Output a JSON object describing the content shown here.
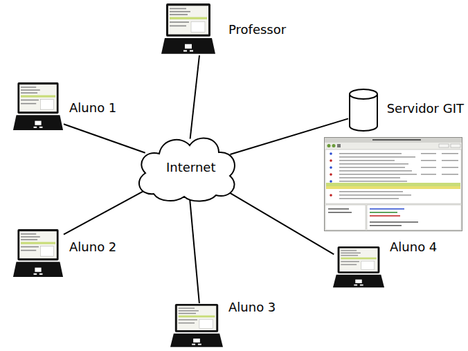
{
  "diagram": {
    "nodes": [
      {
        "text": [
          "Professor"
        ]
      },
      {
        "text": [
          "Aluno 1"
        ]
      },
      {
        "text": [
          "Servidor GIT"
        ]
      },
      {
        "text": [
          "Internet"
        ]
      },
      {
        "text": [
          "Aluno 2"
        ]
      },
      {
        "text": [
          "Aluno 4"
        ]
      },
      {
        "text": [
          "Aluno 3"
        ]
      }
    ],
    "edges": [
      {
        "from": 3,
        "to": 0,
        "arrow": "none"
      },
      {
        "from": 3,
        "to": 1,
        "arrow": "none"
      },
      {
        "from": 3,
        "to": 2,
        "arrow": "none"
      },
      {
        "from": 3,
        "to": 4,
        "arrow": "none"
      },
      {
        "from": 3,
        "to": 5,
        "arrow": "none"
      },
      {
        "from": 3,
        "to": 6,
        "arrow": "none"
      }
    ]
  }
}
